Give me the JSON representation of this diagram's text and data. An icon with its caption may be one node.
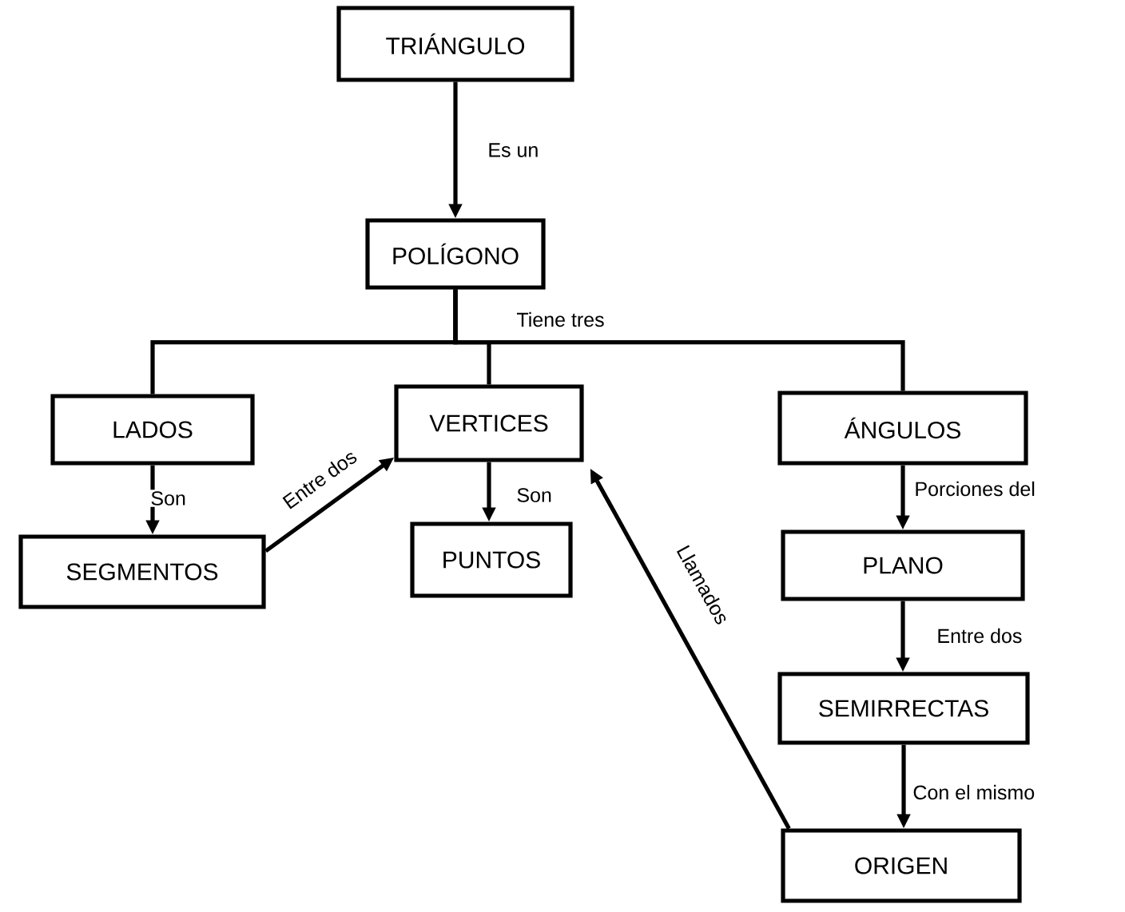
{
  "diagram": {
    "nodes": [
      {
        "text": [
          "TRIÁNGULO"
        ]
      },
      {
        "text": [
          "POLÍGONO"
        ]
      },
      {
        "text": [
          "LADOS"
        ]
      },
      {
        "text": [
          "VERTICES"
        ]
      },
      {
        "text": [
          "ÁNGULOS"
        ]
      },
      {
        "text": [
          "SEGMENTOS"
        ]
      },
      {
        "text": [
          "PUNTOS"
        ]
      },
      {
        "text": [
          "PLANO"
        ]
      },
      {
        "text": [
          "SEMIRRECTAS"
        ]
      },
      {
        "text": [
          "ORIGEN"
        ]
      }
    ],
    "edges": [
      {
        "from": 0,
        "to": 1,
        "arrow": "to",
        "label": "Es un"
      },
      {
        "from": 1,
        "to": 2,
        "arrow": "none"
      },
      {
        "from": 1,
        "to": 3,
        "arrow": "none"
      },
      {
        "from": 1,
        "to": 4,
        "arrow": "none",
        "label": "Tiene tres"
      },
      {
        "from": 2,
        "to": 5,
        "arrow": "to",
        "label": "Son"
      },
      {
        "from": 5,
        "to": 3,
        "arrow": "to",
        "label": "Entre dos"
      },
      {
        "from": 3,
        "to": 6,
        "arrow": "to",
        "label": "Son"
      },
      {
        "from": 4,
        "to": 7,
        "arrow": "to",
        "label": "Porciones del"
      },
      {
        "from": 7,
        "to": 8,
        "arrow": "to",
        "label": "Entre dos"
      },
      {
        "from": 8,
        "to": 9,
        "arrow": "to",
        "label": "Con el mismo"
      },
      {
        "from": 9,
        "to": 3,
        "arrow": "to",
        "label": "Llamados"
      }
    ]
  }
}
